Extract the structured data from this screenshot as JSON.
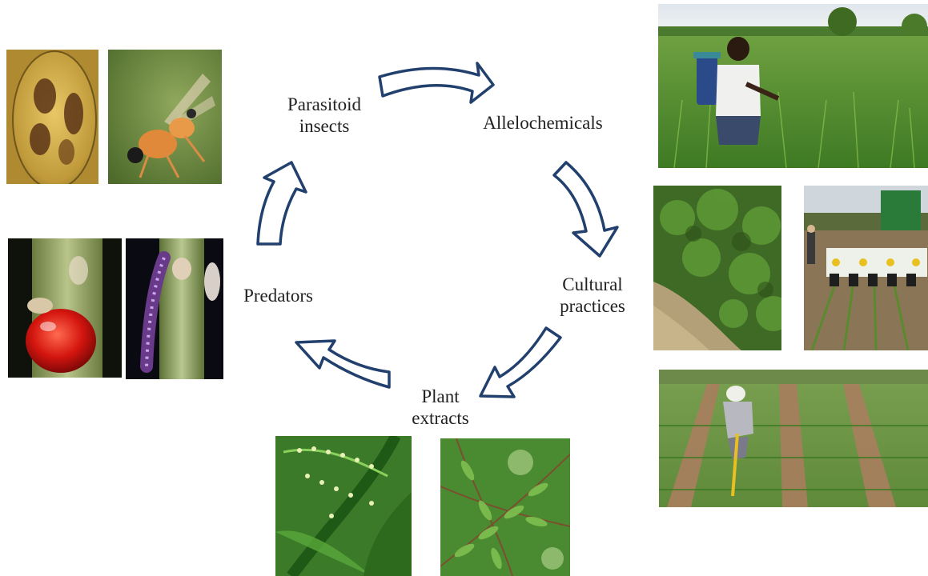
{
  "diagram": {
    "nodes": [
      {
        "id": "parasitoid",
        "lines": [
          "Parasitoid",
          "insects"
        ]
      },
      {
        "id": "allelochemicals",
        "lines": [
          "Allelochemicals"
        ]
      },
      {
        "id": "cultural",
        "lines": [
          "Cultural",
          "practices"
        ]
      },
      {
        "id": "plant",
        "lines": [
          "Plant",
          "extracts"
        ]
      },
      {
        "id": "predators",
        "lines": [
          "Predators"
        ]
      }
    ],
    "cycle_order": [
      "parasitoid",
      "allelochemicals",
      "cultural",
      "plant",
      "predators"
    ]
  },
  "colors": {
    "arrow_stroke": "#22406e",
    "arrow_fill": "#ffffff",
    "label_text": "#222222"
  },
  "photos": [
    {
      "id": "parasitoid-egg",
      "subject": "parasitized egg"
    },
    {
      "id": "parasitoid-wasp",
      "subject": "parasitoid wasp"
    },
    {
      "id": "ladybird",
      "subject": "ladybird beetle"
    },
    {
      "id": "larva",
      "subject": "predator larva"
    },
    {
      "id": "sprayer",
      "subject": "farmer spraying field"
    },
    {
      "id": "crop-rows",
      "subject": "crop rows"
    },
    {
      "id": "tractor",
      "subject": "tractor planter"
    },
    {
      "id": "weeding",
      "subject": "hand weeding in field"
    },
    {
      "id": "green-leaves",
      "subject": "plant with seeds"
    },
    {
      "id": "neem",
      "subject": "neem leaves"
    }
  ]
}
